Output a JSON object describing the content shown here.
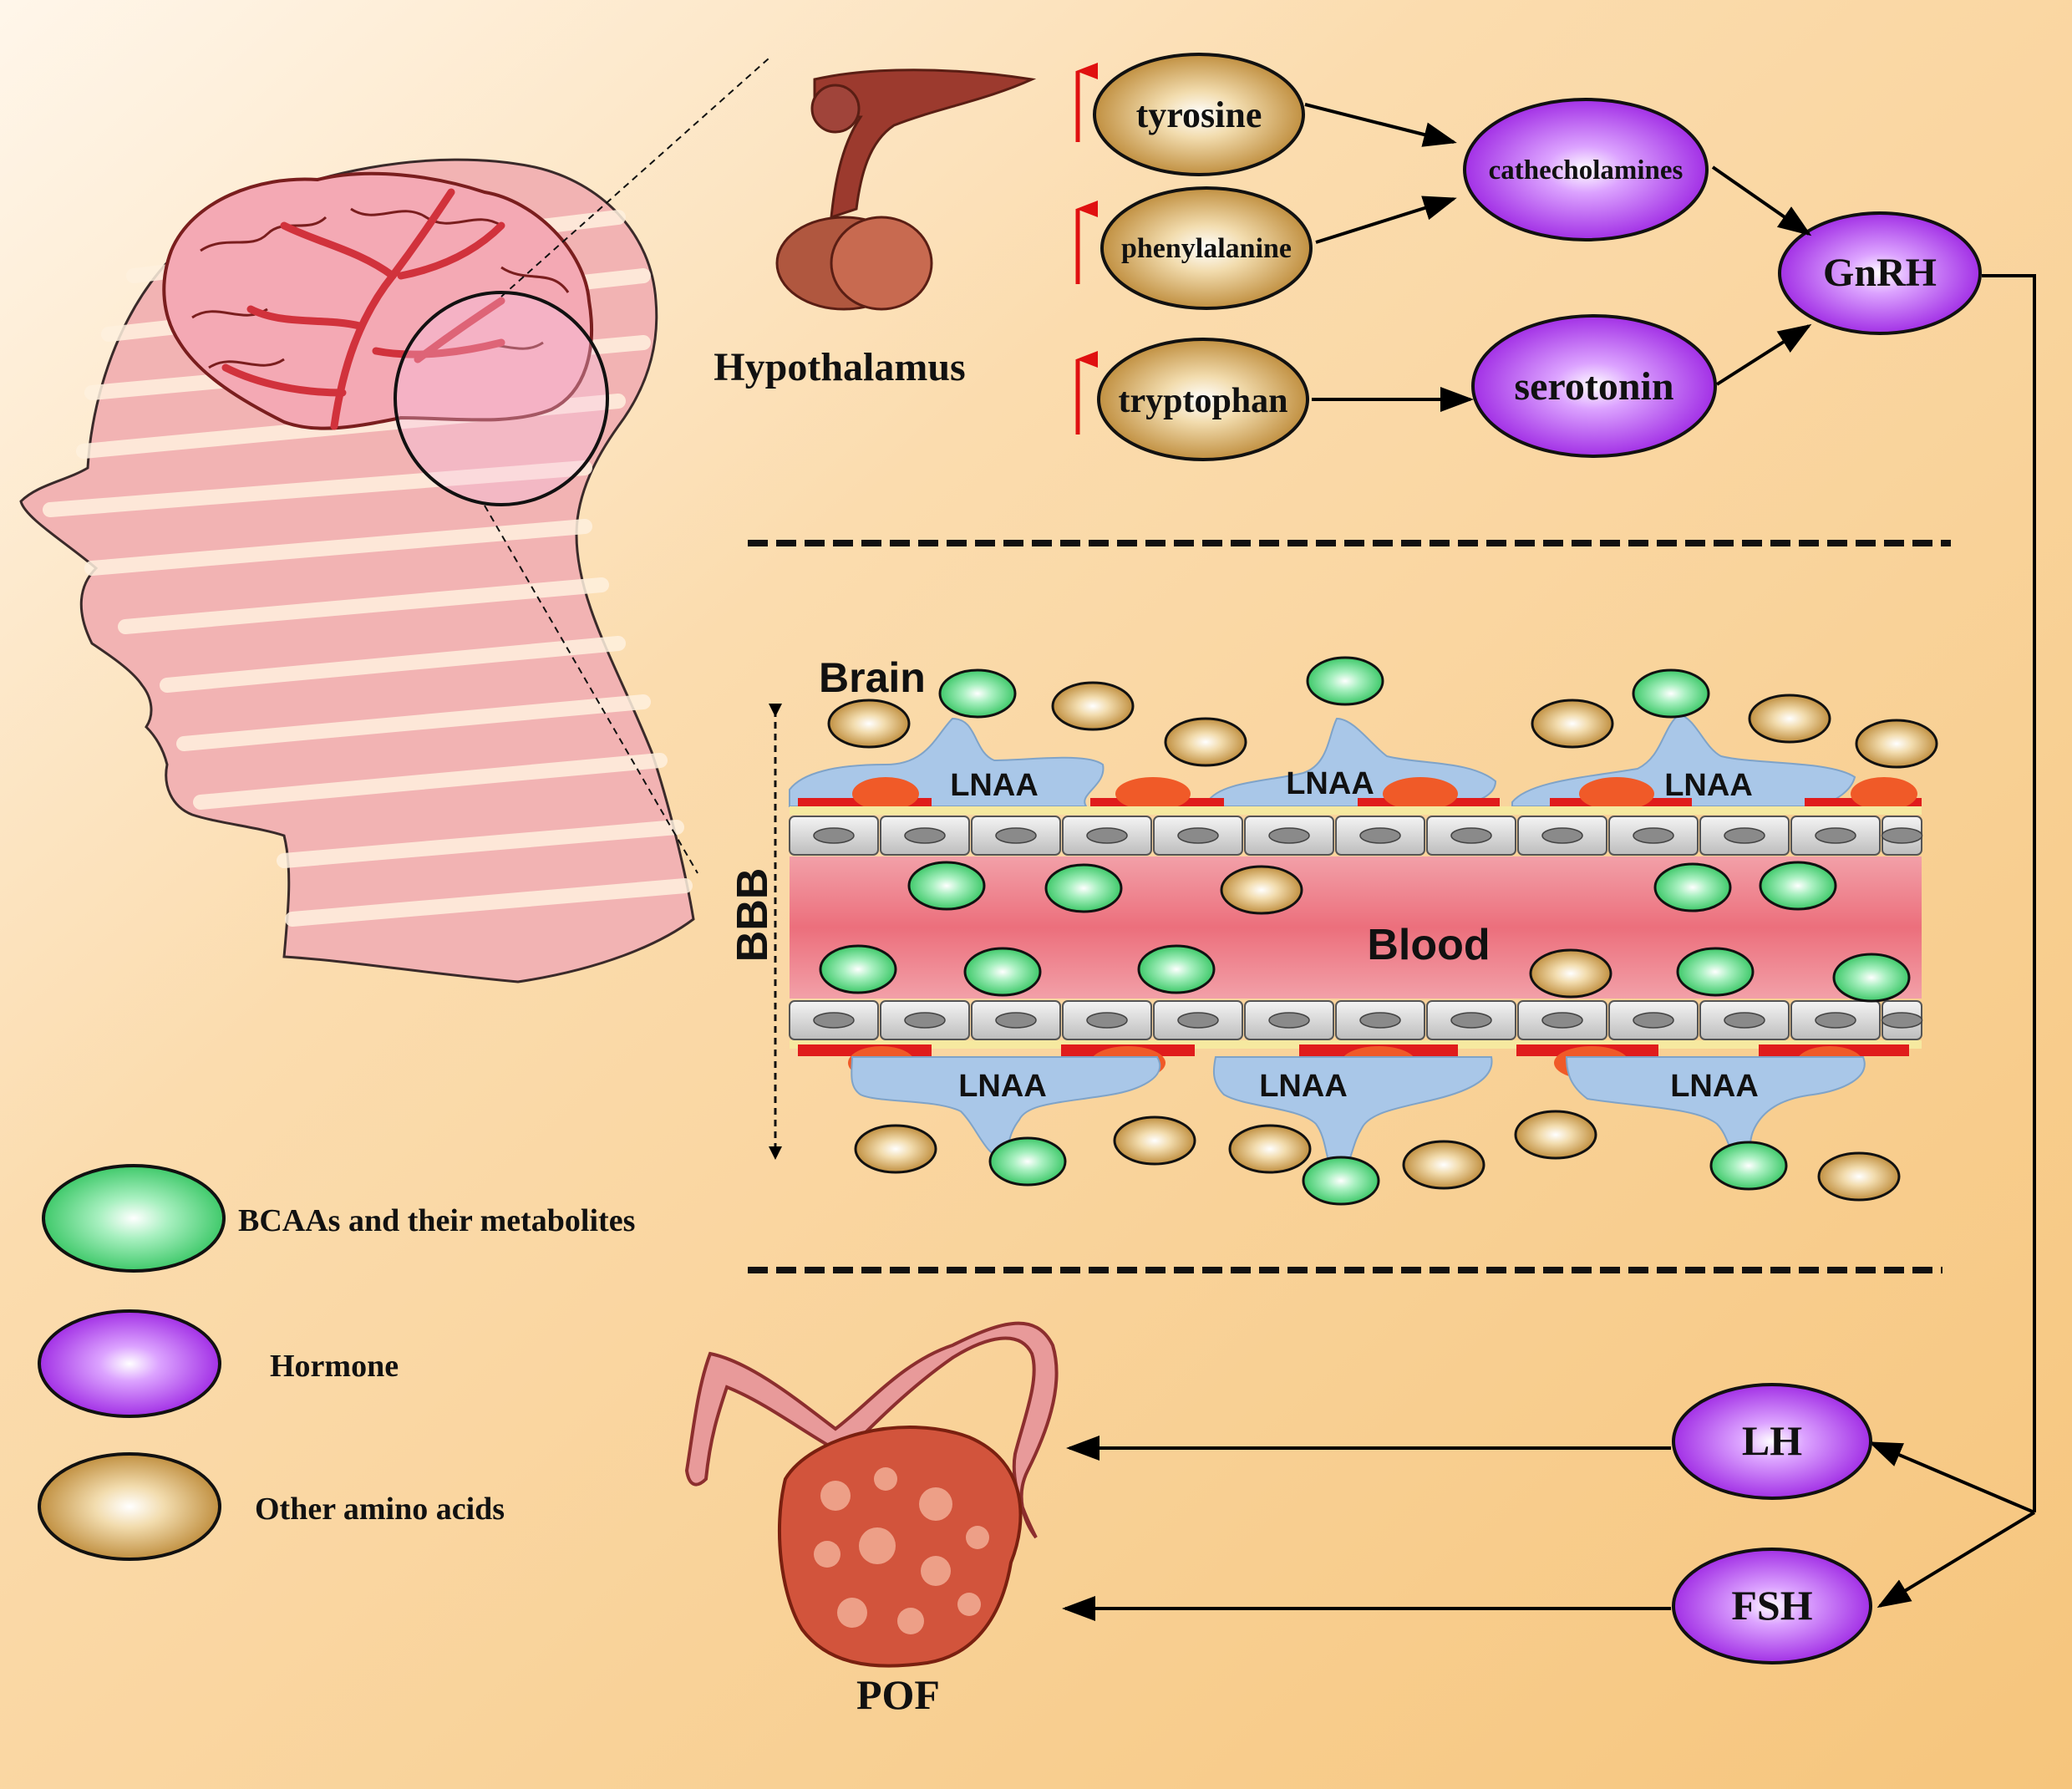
{
  "colors": {
    "bg_start": "#fff4e6",
    "bg_end": "#f5c47a",
    "aa_fill": "#c9963a",
    "hormone_fill": "#a433e6",
    "bcaa_fill": "#3ccc6a",
    "blood_fill": "#ee7b86",
    "astro_fill": "#a9c7e8",
    "arrow_red": "#e01010"
  },
  "hypothalamus": {
    "label": "Hypothalamus",
    "amino_acids": [
      "tyrosine",
      "phenylalanine",
      "tryptophan"
    ],
    "increase_indicator": "up-arrow"
  },
  "hormones": {
    "cathecholamines": "cathecholamines",
    "serotonin": "serotonin",
    "gnrh": "GnRH",
    "lh": "LH",
    "fsh": "FSH"
  },
  "bbb": {
    "brain_label": "Brain",
    "blood_label": "Blood",
    "bbb_label": "BBB",
    "lnaa_label": "LNAA"
  },
  "ovary": {
    "label": "POF"
  },
  "legend": {
    "items": [
      {
        "label": "BCAAs and their metabolites",
        "kind": "bcaa"
      },
      {
        "label": "Hormone",
        "kind": "hormone"
      },
      {
        "label": "Other amino acids",
        "kind": "aa"
      }
    ]
  }
}
